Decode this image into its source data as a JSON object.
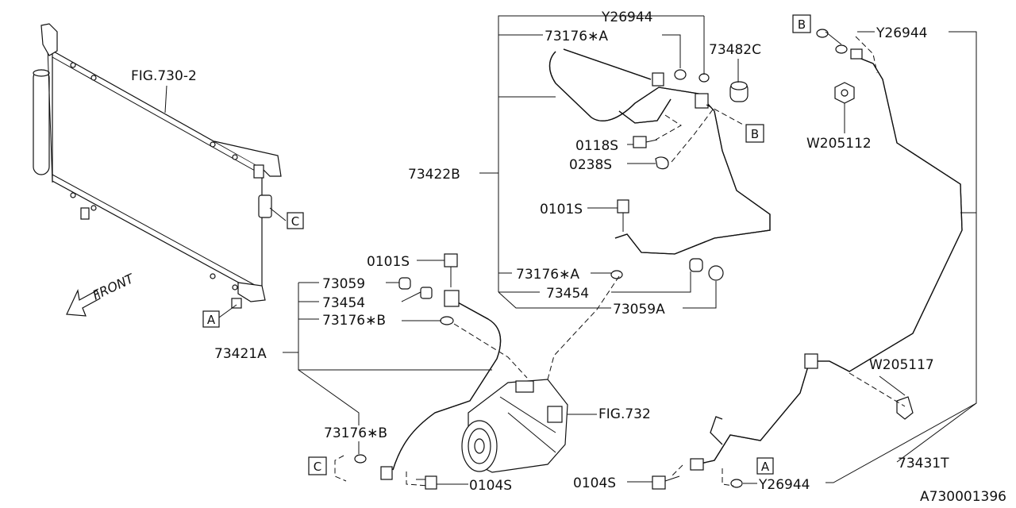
{
  "fig_refs": {
    "condenser": "FIG.730-2",
    "compressor": "FIG.732"
  },
  "part_labels": {
    "y26944_top": "Y26944",
    "a73176_top": "73176∗A",
    "p73482c": "73482C",
    "p0118s": "0118S",
    "p0238s": "0238S",
    "p73422b": "73422B",
    "p0101s_upper": "0101S",
    "a73176_mid": "73176∗A",
    "p73454_right": "73454",
    "p73059a": "73059A",
    "p0101s_lower": "0101S",
    "p73059": "73059",
    "p73454_left": "73454",
    "b73176_left": "73176∗B",
    "p73421a": "73421A",
    "b73176_bottom": "73176∗B",
    "p0104s_left": "0104S",
    "y26944_right": "Y26944",
    "w205112": "W205112",
    "w205117": "W205117",
    "p73431t": "73431T",
    "p0104s_right": "0104S",
    "y26944_bottom": "Y26944"
  },
  "callouts": {
    "a_left": "A",
    "b_mid": "B",
    "c_right": "C",
    "c_left": "C",
    "b_top_right": "B",
    "a_bottom": "A"
  },
  "front_label": "FRONT",
  "diagram_id": "A730001396",
  "icon_names": [
    "condenser-icon",
    "compressor-icon",
    "front-arrow-icon",
    "o-ring-icon",
    "bolt-icon",
    "clip-icon",
    "nut-icon",
    "cap-icon",
    "bracket-icon"
  ],
  "colors": {
    "line": "#111111",
    "background": "#ffffff"
  }
}
